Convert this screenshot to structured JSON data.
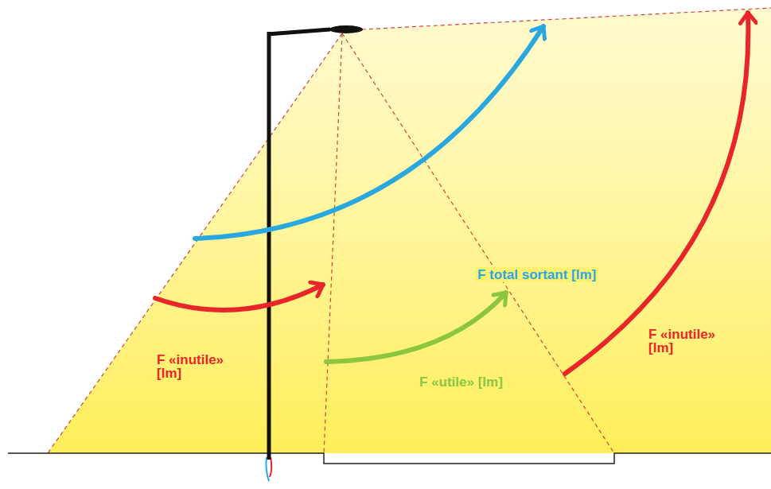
{
  "diagram": {
    "labels": [
      "F total sortant [lm]",
      "F «inutile» [lm]",
      "F «utile» [lm]",
      "F «inutile» [lm]"
    ]
  }
}
